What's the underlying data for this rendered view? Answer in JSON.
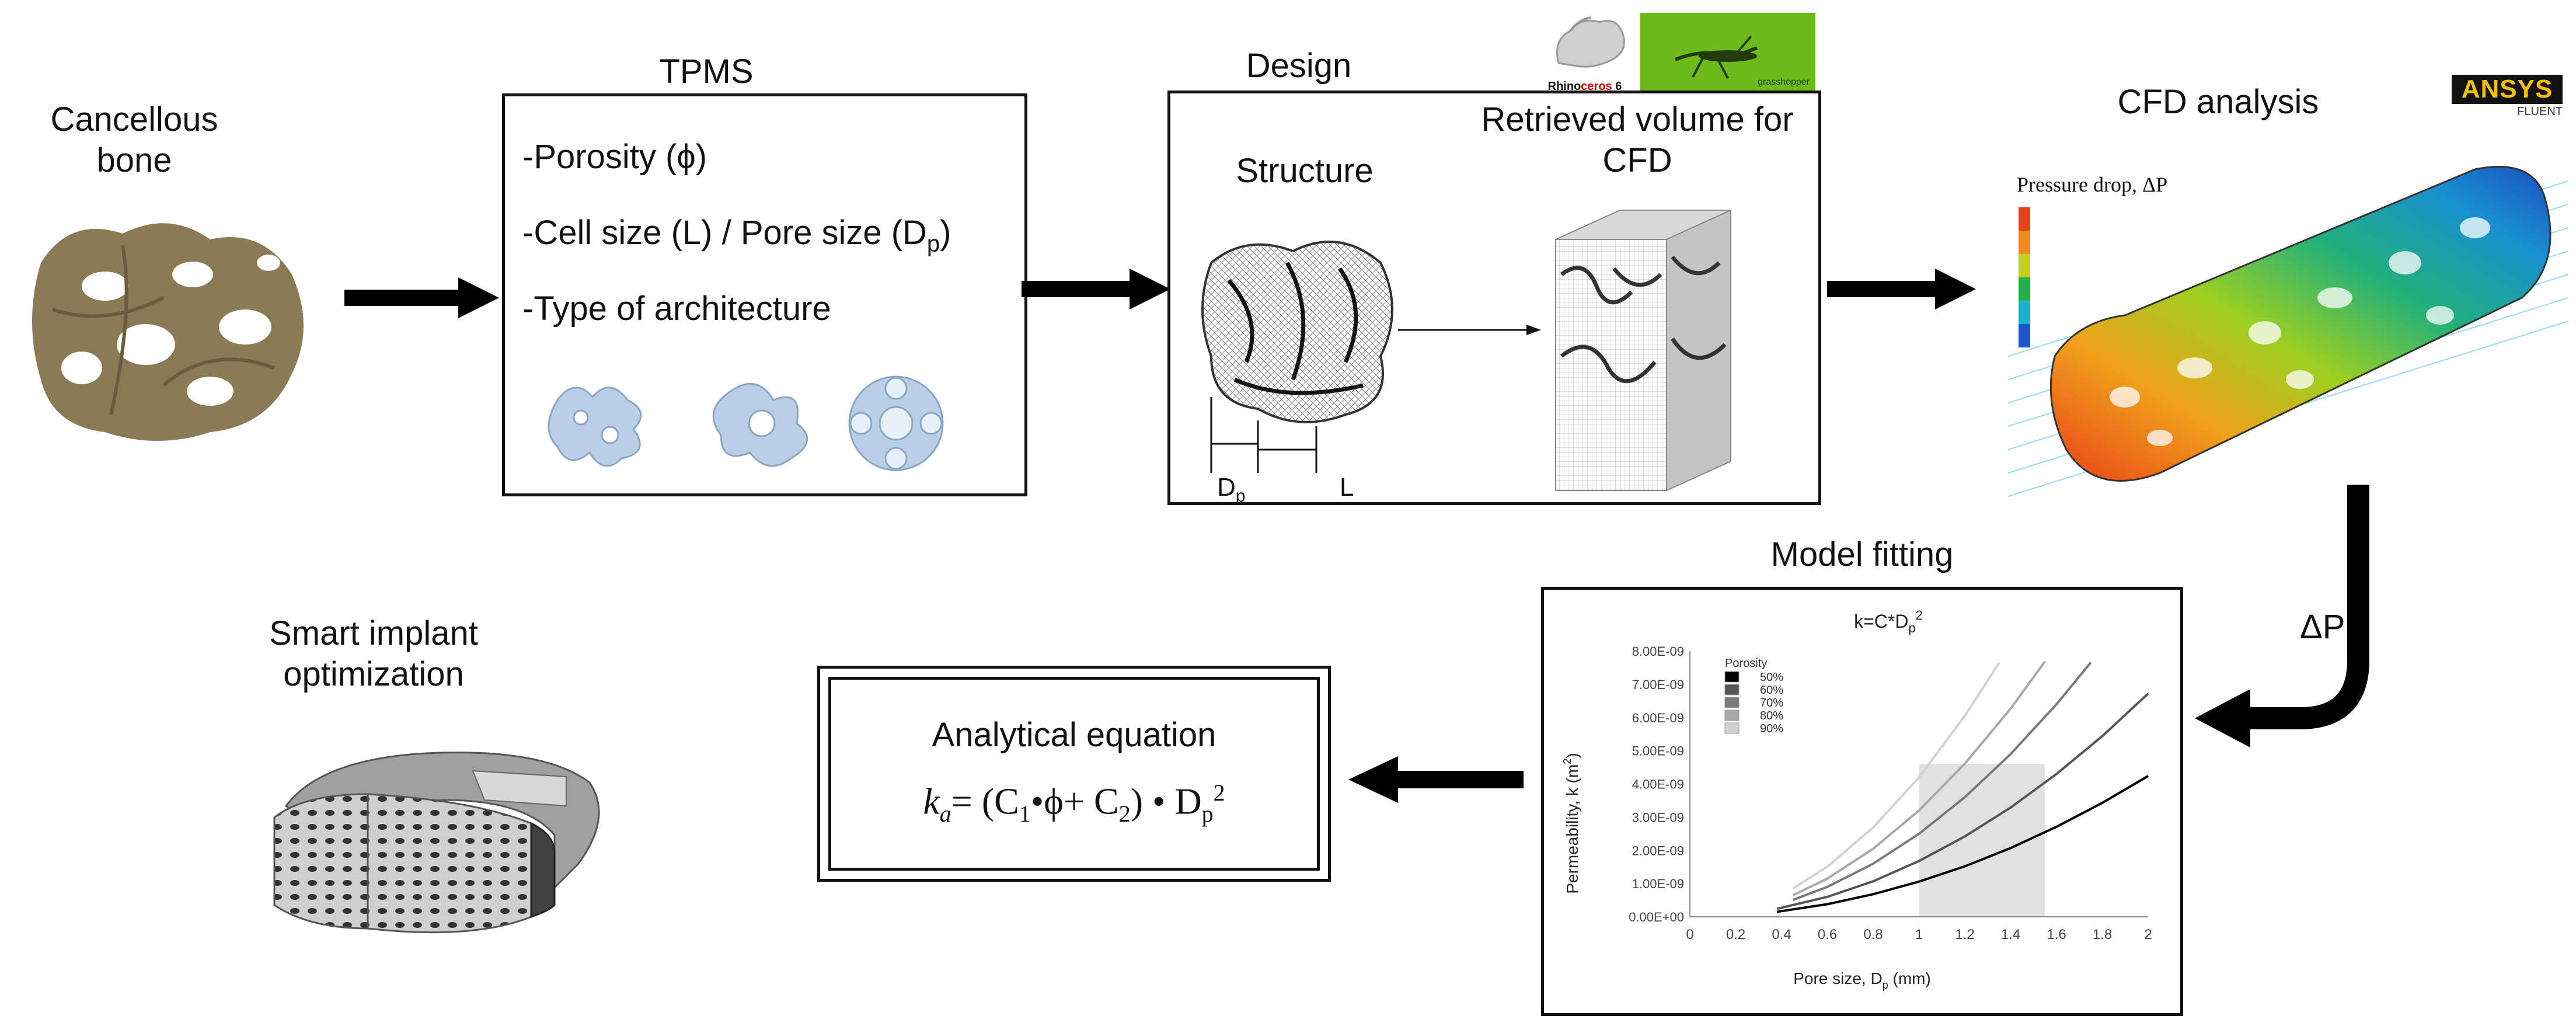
{
  "nodes": {
    "bone": {
      "label": "Cancellous bone"
    },
    "tpms": {
      "title": "TPMS",
      "line1": "-Porosity (ϕ)",
      "line2": "-Cell size (L) / Pore size (D",
      "line2_sub": "p",
      "line2_end": ")",
      "line3": "-Type of architecture"
    },
    "design": {
      "title": "Design",
      "structure_label": "Structure",
      "retrieved_label": "Retrieved volume for CFD",
      "dp_label": "D",
      "dp_sub": "p",
      "l_label": "L",
      "logo_rhino_a": "Rhino",
      "logo_rhino_b": "ceros",
      "logo_rhino_c": " 6",
      "logo_grasshopper": "grasshopper"
    },
    "cfd": {
      "title": "CFD analysis",
      "pressure_label": "Pressure drop, ΔP",
      "logo_ansys": "ANSYS",
      "logo_fluent": "FLUENT"
    },
    "delta_p": {
      "label": "ΔP"
    },
    "model_fitting": {
      "title": "Model fitting"
    },
    "analytical": {
      "title": "Analytical equation",
      "eq_k": "k",
      "eq_a": "a",
      "eq_mid": "= (C",
      "eq_c1": "1",
      "eq_mid2": "•ϕ+ C",
      "eq_c2": "2",
      "eq_mid3": ") • D",
      "eq_p": "p",
      "eq_sq": "2"
    },
    "implant": {
      "label": "Smart implant optimization"
    }
  },
  "chart_data": {
    "type": "line",
    "title": "k=C*D",
    "title_sub": "p",
    "title_sup": "2",
    "xlabel": "Pore size, D",
    "xlabel_sub": "p",
    "xlabel_end": " (mm)",
    "ylabel": "Permeability, k (m",
    "ylabel_sup": "2",
    "ylabel_end": ")",
    "xlim": [
      0,
      2
    ],
    "ylim": [
      0,
      8e-09
    ],
    "x_ticks": [
      "0",
      "0.2",
      "0.4",
      "0.6",
      "0.8",
      "1",
      "1.2",
      "1.4",
      "1.6",
      "1.8",
      "2"
    ],
    "y_ticks": [
      "0.00E+00",
      "1.00E-09",
      "2.00E-09",
      "3.00E-09",
      "4.00E-09",
      "5.00E-09",
      "6.00E-09",
      "7.00E-09",
      "8.00E-09"
    ],
    "legend_title": "Porosity",
    "shaded_region": {
      "x": [
        1.0,
        1.55
      ],
      "y": [
        0,
        4.6e-09
      ]
    },
    "series": [
      {
        "name": "50%",
        "color": "#000000",
        "x": [
          0.38,
          0.6,
          0.8,
          1.0,
          1.2,
          1.4,
          1.6,
          1.8,
          2.0
        ],
        "values": [
          1.5e-10,
          3.8e-10,
          6.8e-10,
          1.06e-09,
          1.52e-09,
          2.07e-09,
          2.71e-09,
          3.43e-09,
          4.24e-09
        ]
      },
      {
        "name": "60%",
        "color": "#555555",
        "x": [
          0.38,
          0.6,
          0.8,
          1.0,
          1.2,
          1.4,
          1.6,
          1.8,
          2.0
        ],
        "values": [
          2.4e-10,
          6e-10,
          1.07e-09,
          1.68e-09,
          2.42e-09,
          3.29e-09,
          4.3e-09,
          5.44e-09,
          6.72e-09
        ]
      },
      {
        "name": "70%",
        "color": "#7a7a7a",
        "x": [
          0.45,
          0.6,
          0.8,
          1.0,
          1.2,
          1.4,
          1.6,
          1.75
        ],
        "values": [
          5.1e-10,
          9e-10,
          1.6e-09,
          2.5e-09,
          3.6e-09,
          4.9e-09,
          6.4e-09,
          7.66e-09
        ]
      },
      {
        "name": "80%",
        "color": "#a8a8a8",
        "x": [
          0.45,
          0.6,
          0.8,
          1.0,
          1.2,
          1.4,
          1.55
        ],
        "values": [
          6.5e-10,
          1.15e-09,
          2.05e-09,
          3.2e-09,
          4.61e-09,
          6.27e-09,
          7.69e-09
        ]
      },
      {
        "name": "90%",
        "color": "#d2d2d2",
        "x": [
          0.45,
          0.6,
          0.8,
          1.0,
          1.2,
          1.35
        ],
        "values": [
          8.5e-10,
          1.51e-09,
          2.69e-09,
          4.2e-09,
          6.05e-09,
          7.65e-09
        ]
      }
    ]
  }
}
